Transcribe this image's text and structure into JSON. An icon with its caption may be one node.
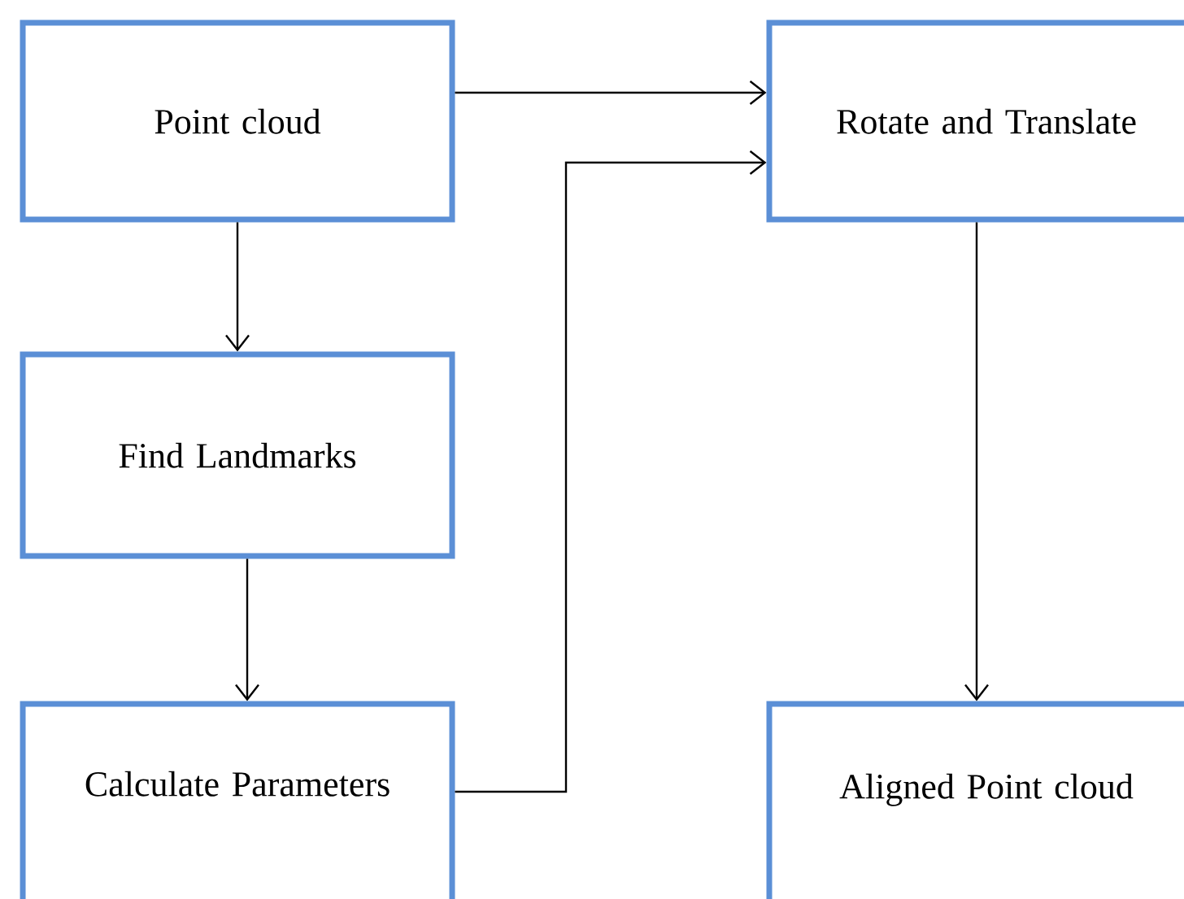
{
  "diagram": {
    "nodes": [
      {
        "text": [
          "Point cloud"
        ]
      },
      {
        "text": [
          "Find Landmarks"
        ]
      },
      {
        "text": [
          "Calculate Parameters"
        ]
      },
      {
        "text": [
          "Rotate and Translate"
        ]
      },
      {
        "text": [
          "Aligned Point cloud"
        ]
      }
    ],
    "edges": [
      {
        "from": 0,
        "to": 3,
        "arrow": "to"
      },
      {
        "from": 0,
        "to": 1,
        "arrow": "to"
      },
      {
        "from": 1,
        "to": 2,
        "arrow": "to"
      },
      {
        "from": 2,
        "to": 3,
        "arrow": "to"
      },
      {
        "from": 3,
        "to": 4,
        "arrow": "to"
      }
    ]
  }
}
